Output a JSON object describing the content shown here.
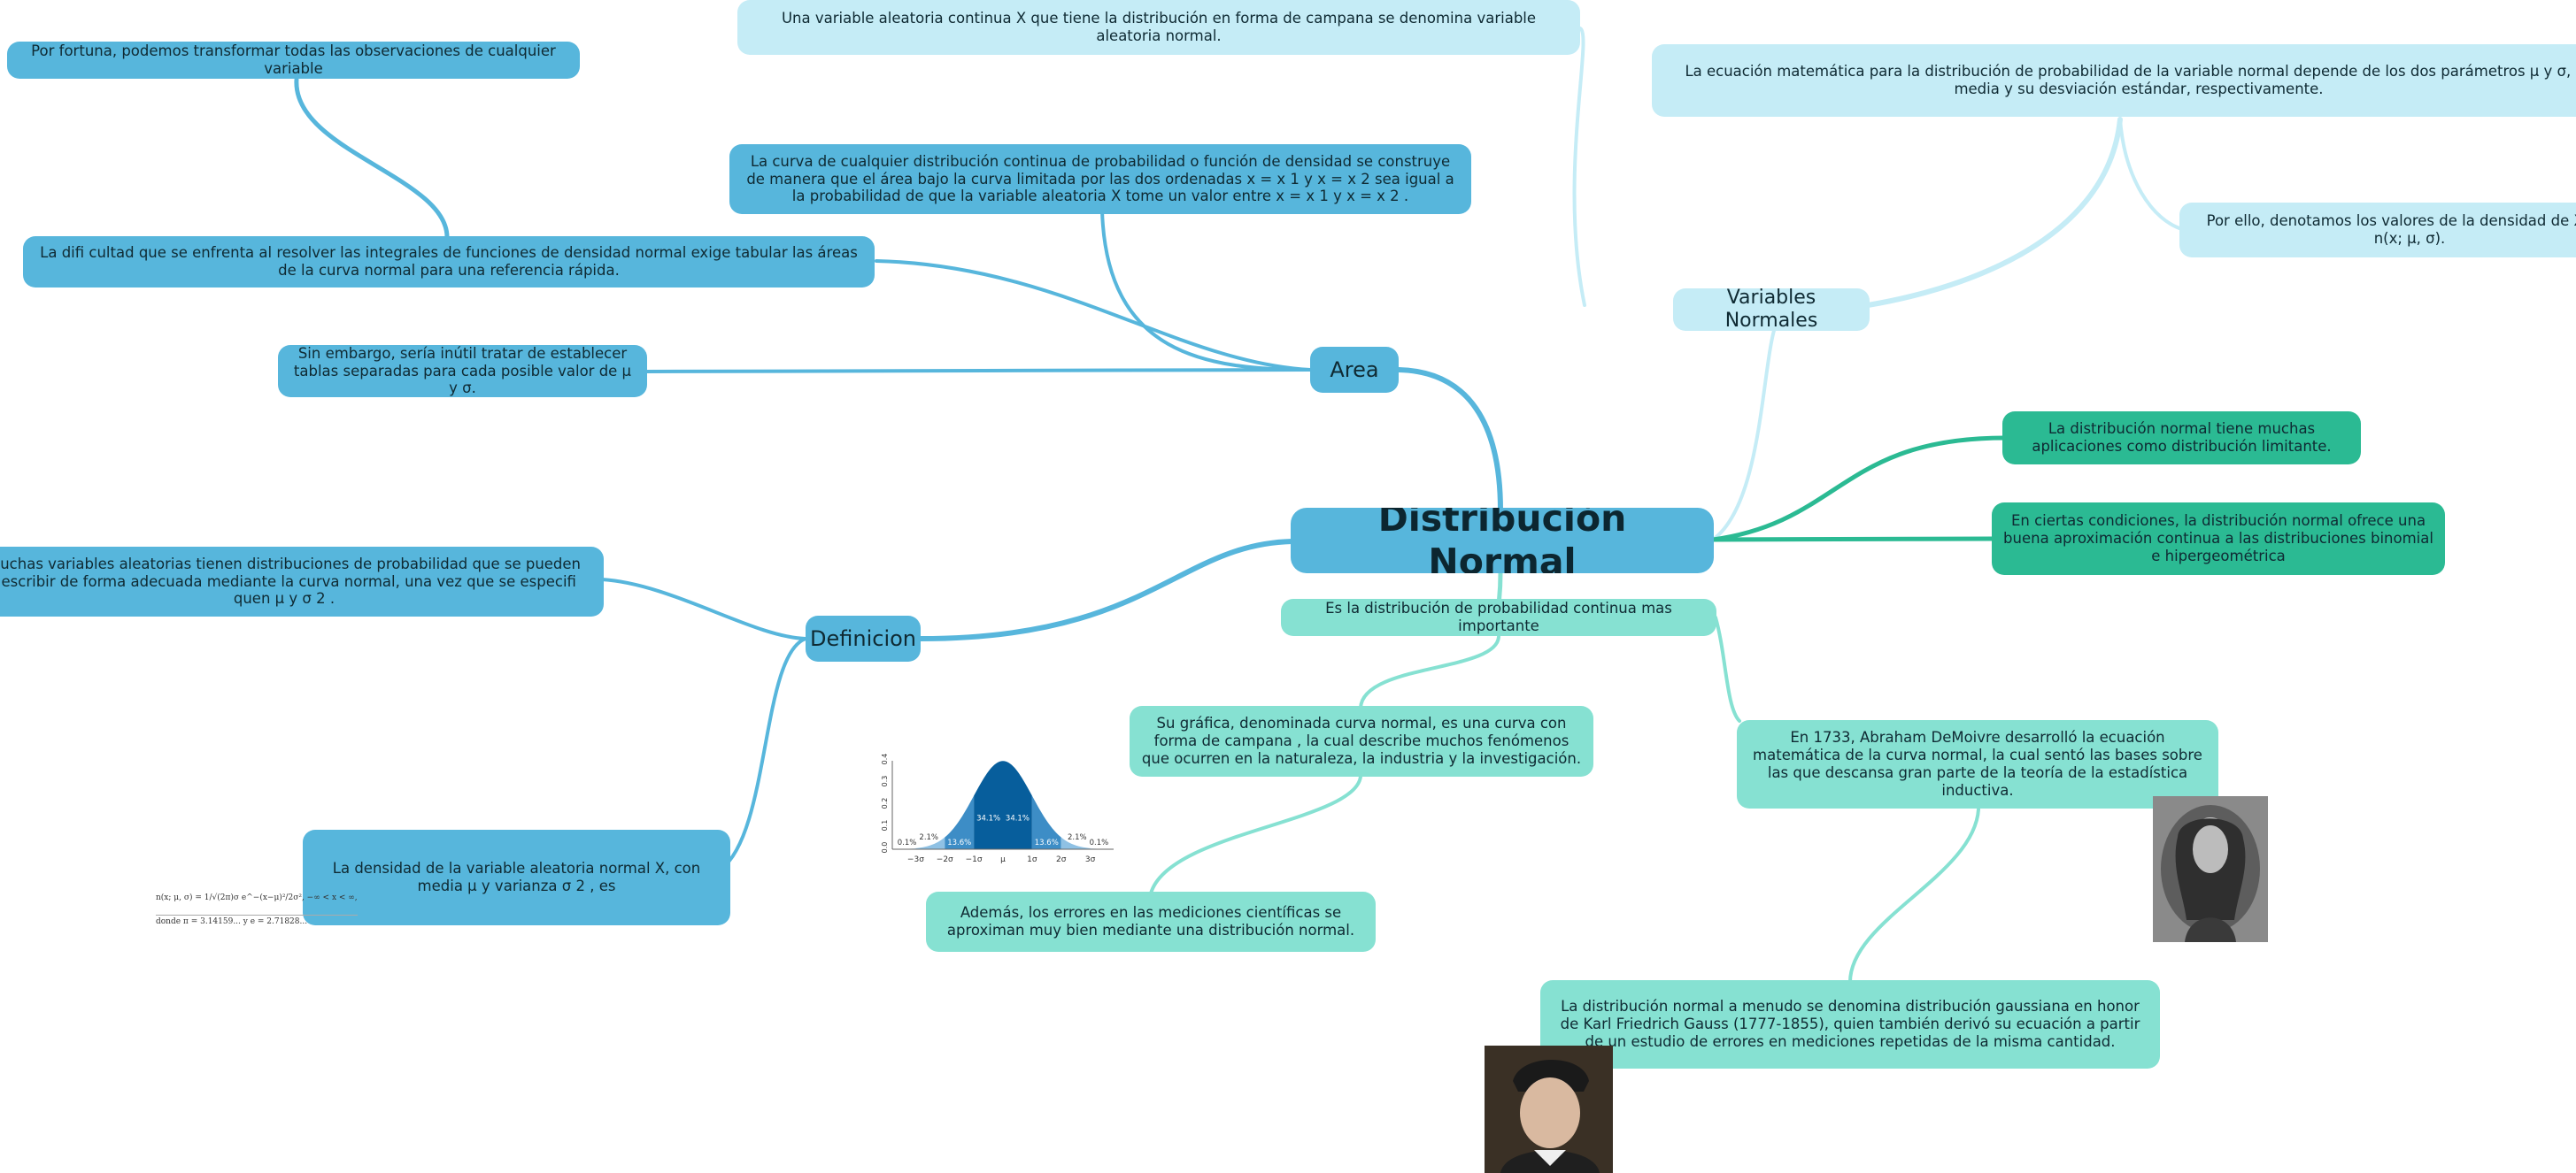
{
  "central": "Distribución Normal",
  "branches": {
    "area": {
      "label": "Area",
      "nodes": [
        "La curva de cualquier distribución continua de probabilidad o función de densidad se construye de manera que el área bajo la curva limitada por las dos ordenadas x = x 1 y x = x 2 sea igual a la probabilidad de que la variable aleatoria X tome un valor entre x = x 1 y x = x 2 .",
        "La difi cultad que se enfrenta al resolver las integrales de funciones de densidad normal exige tabular las áreas de la curva normal para una referencia rápida.",
        "Por fortuna, podemos transformar todas las observaciones de cualquier variable",
        "Sin embargo, sería inútil tratar de establecer tablas separadas para cada posible valor de μ y σ."
      ]
    },
    "definicion": {
      "label": "Definicion",
      "nodes": [
        "Muchas variables aleatorias tienen distribuciones de probabilidad que se pueden describir de forma adecuada mediante la curva normal, una vez que se especifi quen μ y σ 2 .",
        "La densidad de la variable aleatoria normal X, con media μ y varianza σ 2 , es"
      ],
      "formula_line1": "n(x; μ, σ) = 1/√(2π)σ e^−(x−μ)²/2σ²,   −∞ < x < ∞,",
      "formula_line2": "donde π = 3.14159... y e = 2.71828..."
    },
    "variables": {
      "label": "Variables Normales",
      "nodes": [
        "Una variable aleatoria continua X que tiene la distribución en forma de campana se denomina variable aleatoria normal.",
        "La ecuación matemática para la distribución de probabilidad de la variable normal depende de los dos parámetros μ y σ, su media y su desviación estándar, respectivamente.",
        "Por ello, denotamos los valores de la densidad de X por n(x; μ, σ)."
      ]
    },
    "aplicaciones": {
      "nodes": [
        "La distribución normal tiene muchas aplicaciones como distribución limitante.",
        "En ciertas condiciones, la distribución normal ofrece una buena aproximación continua a las distribuciones binomial e hipergeométrica"
      ]
    },
    "importante": {
      "label": "Es la distribución de probabilidad continua mas importante",
      "nodes": [
        "Su gráfica, denominada curva normal, es una curva con forma de campana , la cual describe muchos fenómenos que ocurren en la naturaleza, la industria y la investigación.",
        "Además, los errores en las mediciones científicas se aproximan muy bien mediante una distribución normal.",
        "En 1733, Abraham DeMoivre desarrolló la ecuación matemática de la curva normal, la cual sentó las bases sobre las que descansa gran parte de la teoría de la estadística inductiva.",
        "La distribución normal a menudo se denomina distribución gaussiana en honor de Karl Friedrich Gauss (1777-1855), quien también derivó su ecuación a partir de un estudio de errores en mediciones repetidas de la misma cantidad."
      ]
    }
  },
  "bell_chart": {
    "type": "area",
    "x_ticks": [
      "−3σ",
      "−2σ",
      "−1σ",
      "μ",
      "1σ",
      "2σ",
      "3σ"
    ],
    "y_ticks": [
      "0.0",
      "0.1",
      "0.2",
      "0.3",
      "0.4"
    ],
    "band_labels": [
      "0.1%",
      "2.1%",
      "13.6%",
      "34.1%",
      "34.1%",
      "13.6%",
      "2.1%",
      "0.1%"
    ]
  },
  "colors": {
    "blue": "#57b6dc",
    "sky": "#c5ecf6",
    "teal": "#86e1d2",
    "green": "#2bba93"
  }
}
